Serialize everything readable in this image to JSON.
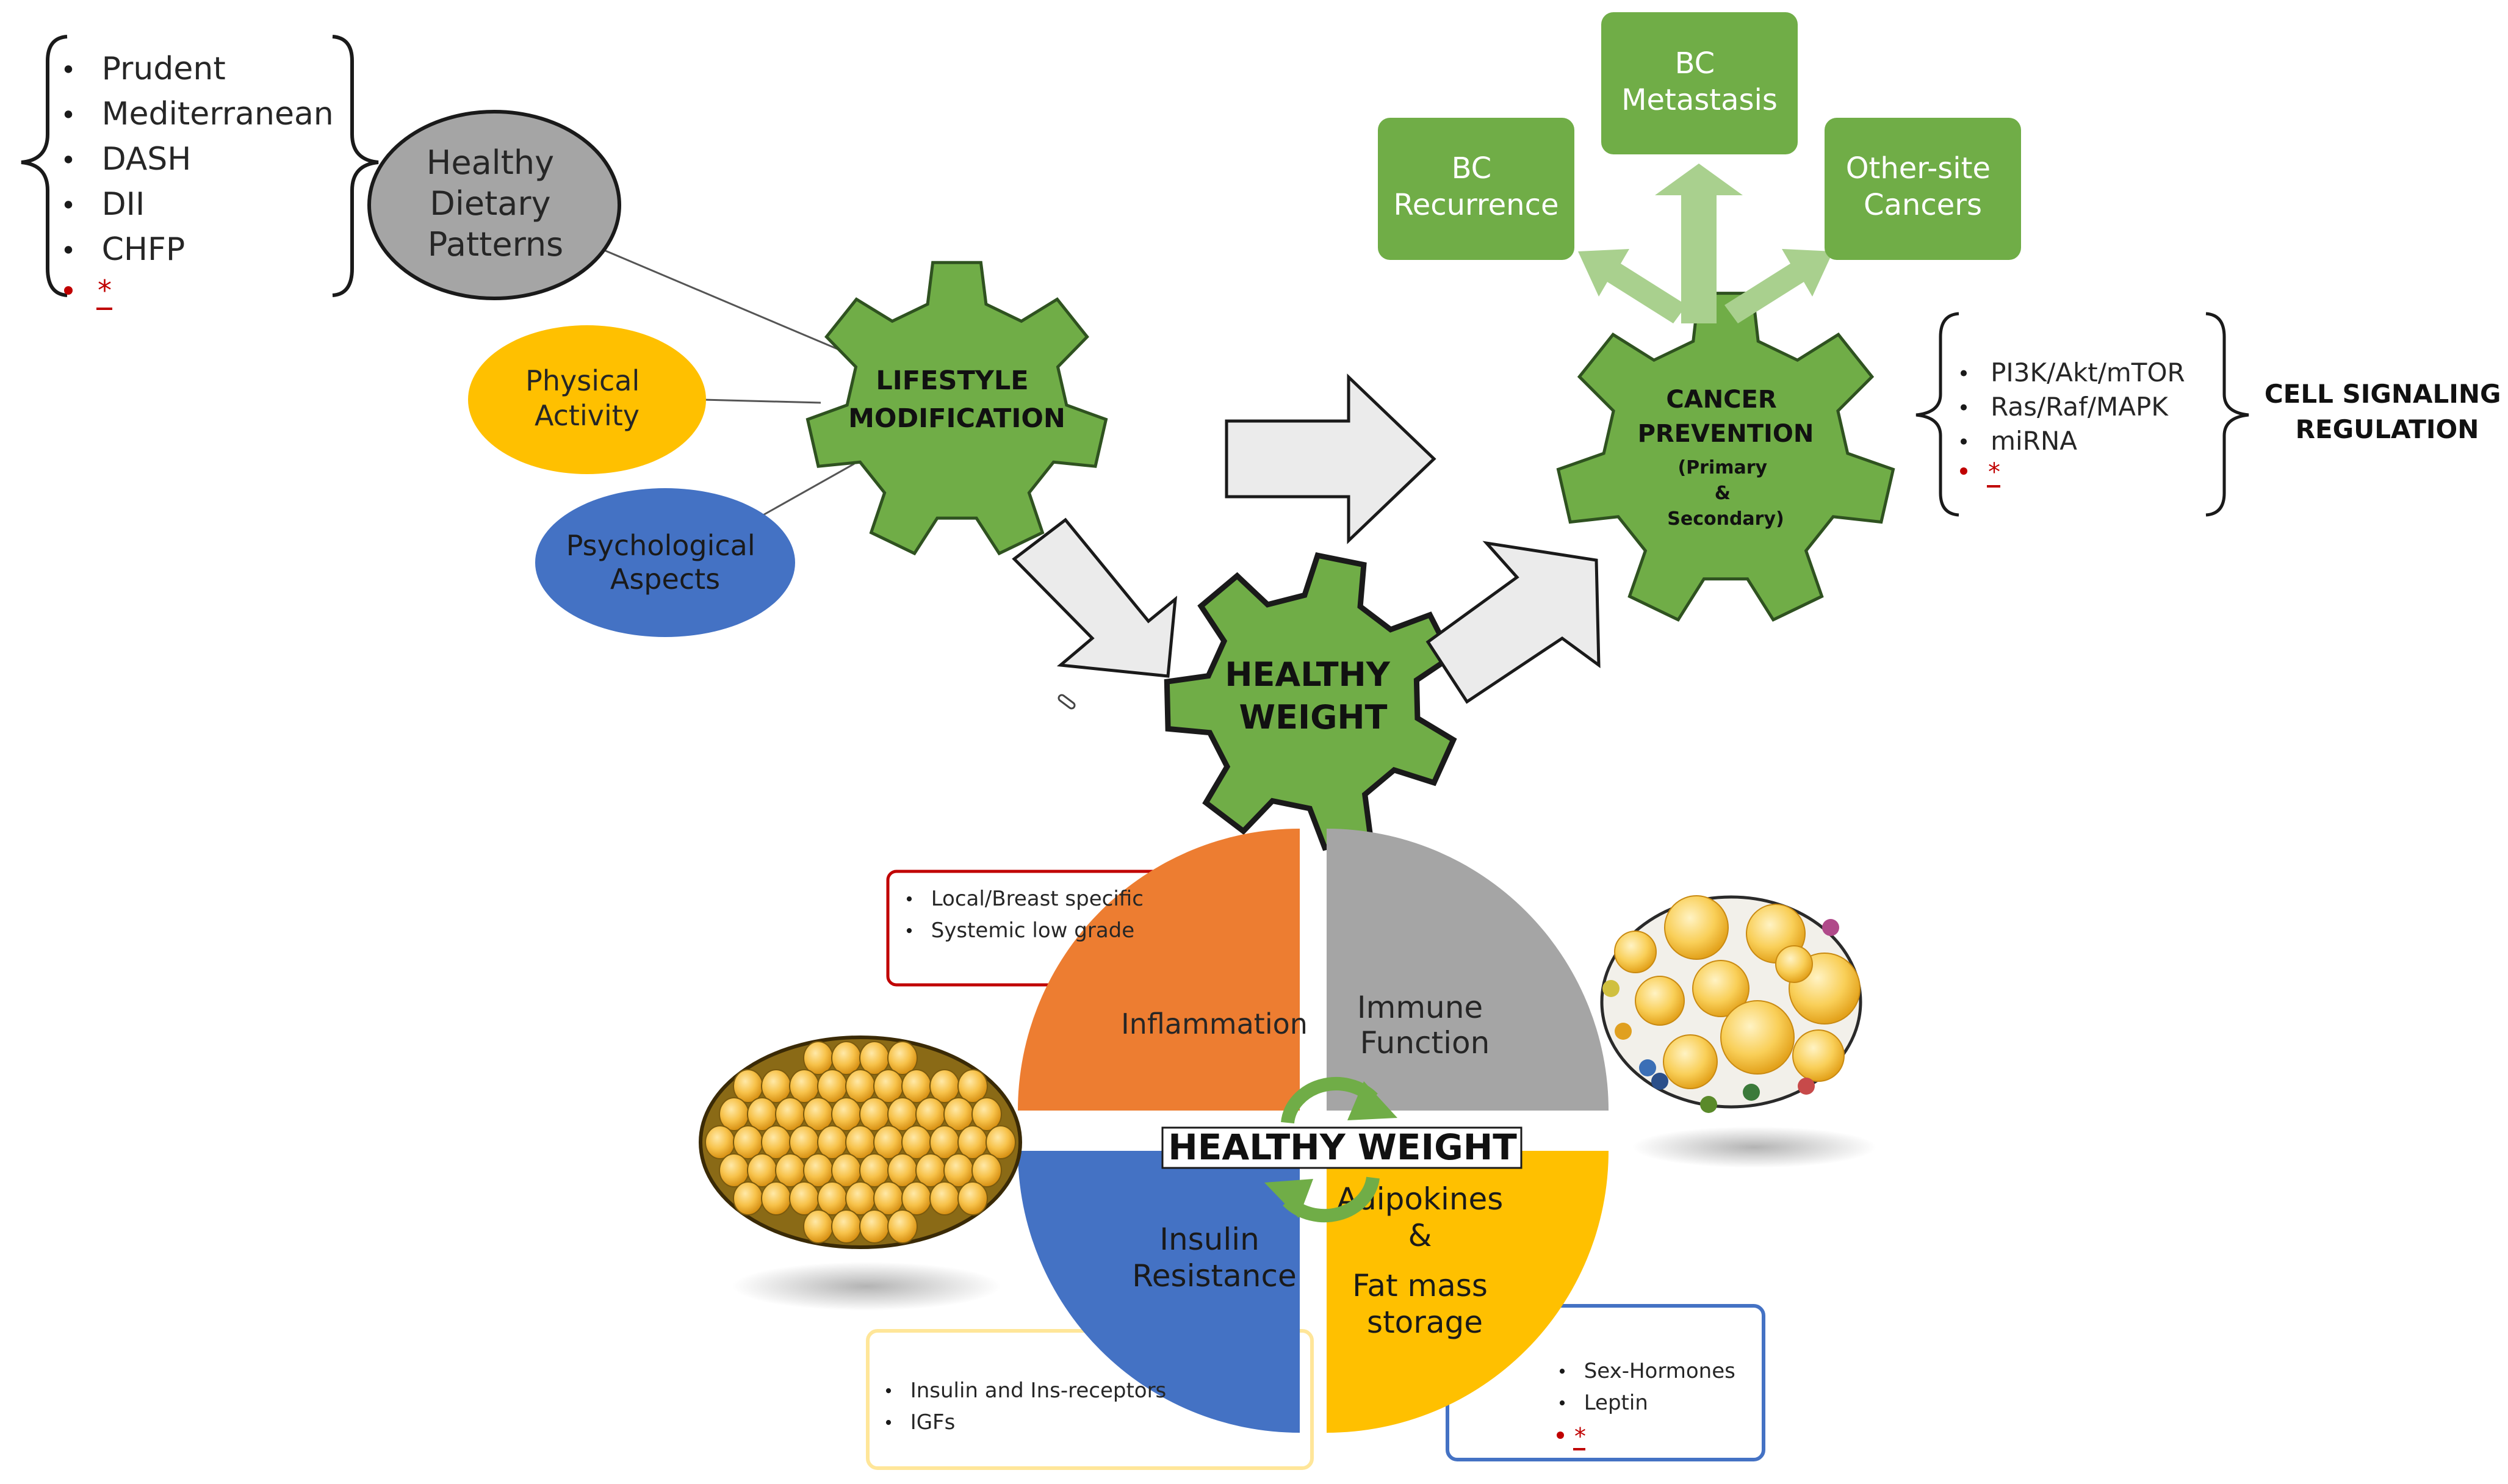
{
  "colors": {
    "green": "#70ad47",
    "green_dark": "#2f5220",
    "green_light": "#a9d08e",
    "orange": "#ed7d31",
    "grey": "#a5a5a5",
    "blue": "#4472c4",
    "yellow": "#ffc000",
    "gold": "#f5b83a",
    "red": "#c00000",
    "arrow_fill": "#ebebeb",
    "arrow_stroke": "#1a1a1a"
  },
  "diet_list": {
    "items": [
      "Prudent",
      "Mediterranean",
      "DASH",
      "DII",
      "CHFP"
    ],
    "extra": "*"
  },
  "dietary_patterns": [
    "Healthy",
    "Dietary",
    "Patterns"
  ],
  "physical_activity": [
    "Physical",
    "Activity"
  ],
  "psychological_aspects": [
    "Psychological",
    "Aspects"
  ],
  "lifestyle_gear": [
    "LIFESTYLE",
    "MODIFICATION"
  ],
  "healthy_weight_gear": [
    "HEALTHY",
    "WEIGHT"
  ],
  "cancer_gear": {
    "title": [
      "CANCER",
      "PREVENTION"
    ],
    "sub": [
      "(Primary",
      "&",
      "Secondary)"
    ]
  },
  "outcomes": {
    "recurrence": [
      "BC",
      "Recurrence"
    ],
    "metastasis": [
      "BC",
      "Metastasis"
    ],
    "other_site": [
      "Other-site",
      "Cancers"
    ]
  },
  "signaling_list": {
    "items": [
      "PI3K/Akt/mTOR",
      "Ras/Raf/MAPK",
      "miRNA"
    ],
    "extra": "*"
  },
  "signaling_title": [
    "CELL SIGNALING",
    "REGULATION"
  ],
  "quadrants": {
    "inflammation": [
      "Inflammation"
    ],
    "immune": [
      "Immune",
      "Function"
    ],
    "insulin": [
      "Insulin",
      "Resistance"
    ],
    "adipokines": [
      "Adipokines",
      "&",
      "Fat mass",
      "storage"
    ]
  },
  "center_label": "HEALTHY WEIGHT",
  "inflammation_box": [
    "Local/Breast specific",
    "Systemic low grade"
  ],
  "insulin_box": [
    "Insulin and Ins-receptors",
    "IGFs"
  ],
  "adipokine_box": {
    "items": [
      "Sex-Hormones",
      "Leptin"
    ],
    "extra": "*"
  }
}
